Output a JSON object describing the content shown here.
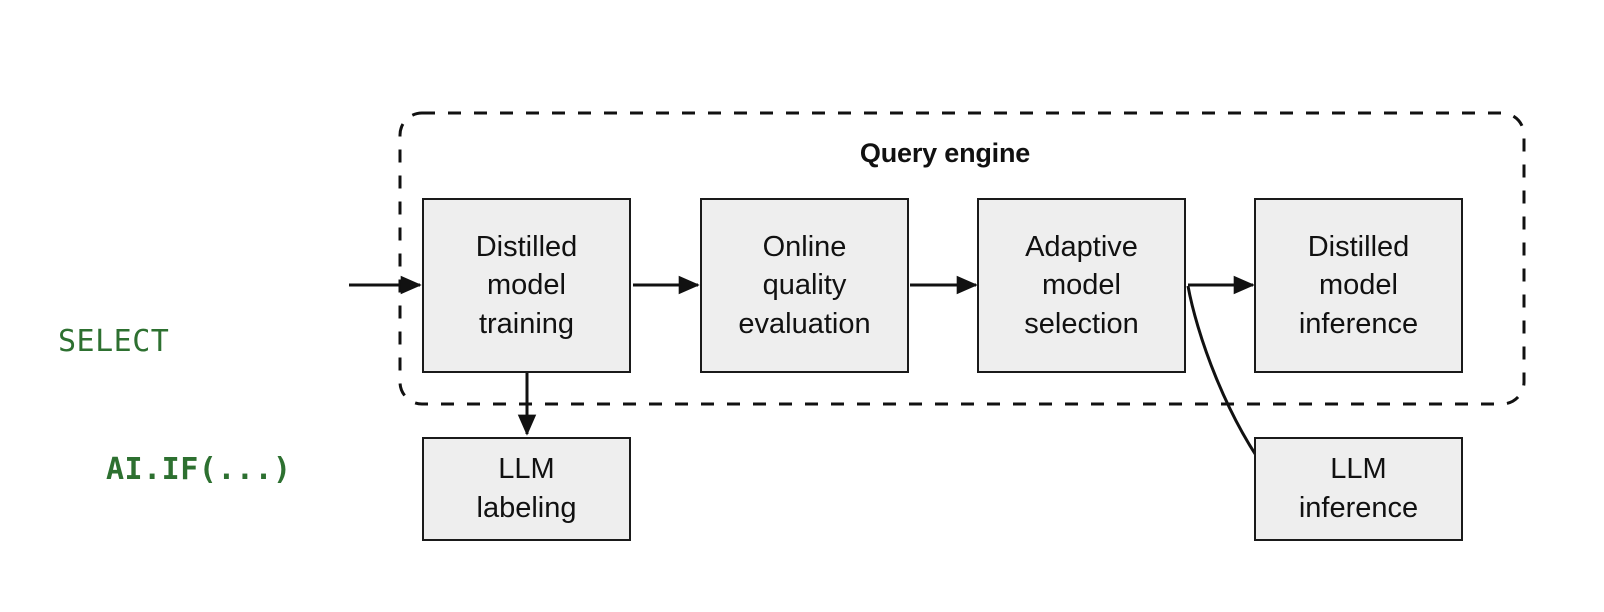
{
  "diagram": {
    "background_color": "#ffffff",
    "box_fill": "#eeeeee",
    "box_stroke": "#1a1a1a",
    "sql_color": "#2d7030",
    "query_text": {
      "line1": "SELECT",
      "line2": "AI.IF(...)"
    },
    "container": {
      "label": "Query engine",
      "style": "dashed-rounded"
    },
    "nodes": [
      {
        "id": "distilled-model-training",
        "label": "Distilled\nmodel\ntraining"
      },
      {
        "id": "online-quality-evaluation",
        "label": "Online\nquality\nevaluation"
      },
      {
        "id": "adaptive-model-selection",
        "label": "Adaptive\nmodel\nselection"
      },
      {
        "id": "distilled-model-inference",
        "label": "Distilled\nmodel\ninference"
      },
      {
        "id": "llm-labeling",
        "label": "LLM\nlabeling"
      },
      {
        "id": "llm-inference",
        "label": "LLM\ninference"
      }
    ],
    "edges": [
      {
        "from": "query-text",
        "to": "distilled-model-training",
        "style": "straight"
      },
      {
        "from": "distilled-model-training",
        "to": "online-quality-evaluation",
        "style": "straight"
      },
      {
        "from": "online-quality-evaluation",
        "to": "adaptive-model-selection",
        "style": "straight"
      },
      {
        "from": "adaptive-model-selection",
        "to": "distilled-model-inference",
        "style": "straight"
      },
      {
        "from": "distilled-model-training",
        "to": "llm-labeling",
        "style": "straight-down"
      },
      {
        "from": "adaptive-model-selection",
        "to": "llm-inference",
        "style": "curved"
      }
    ]
  }
}
